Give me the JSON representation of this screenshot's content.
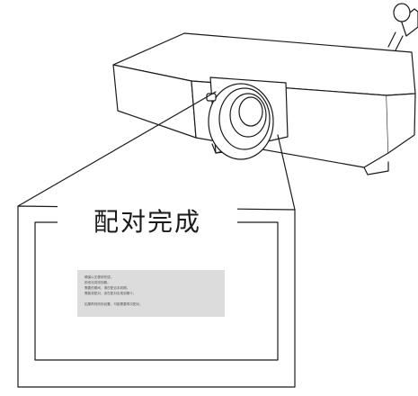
{
  "diagram": {
    "screen_title": "配对完成",
    "message_lines": [
      "确保以无便用完成。",
      "即但化将则到期。",
      "需要的期间，请在配合本到期。",
      "需能将配对，该在配对出现到期十。"
    ],
    "message_footer": "如果再则则则设置，可能需要再次配对。"
  }
}
